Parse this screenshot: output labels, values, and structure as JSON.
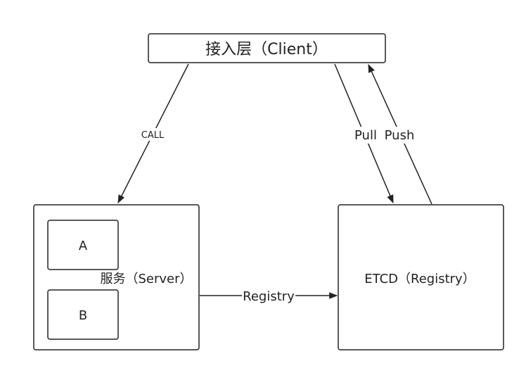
{
  "diagram": {
    "client": {
      "label": "接入层（Client）"
    },
    "server": {
      "label": "服务（Server）"
    },
    "node_a": {
      "label": "A"
    },
    "node_b": {
      "label": "B"
    },
    "registry": {
      "label": "ETCD（Registry）"
    },
    "edges": {
      "call": "CALL",
      "pull": "Pull",
      "push": "Push",
      "register": "Registry"
    }
  },
  "colors": {
    "stroke": "#222222",
    "fill": "#ffffff"
  }
}
